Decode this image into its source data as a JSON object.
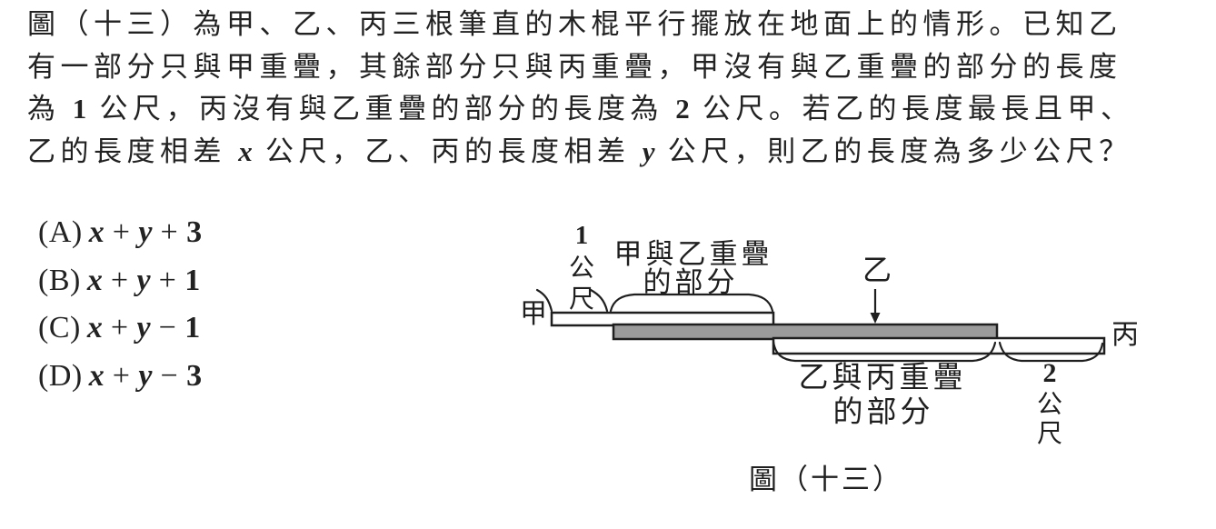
{
  "problem": {
    "lines": [
      {
        "segments": [
          {
            "t": "圖（十三）為甲、乙、丙三根筆直的木棍平行擺放在地面上的情形。已知乙"
          }
        ]
      },
      {
        "segments": [
          {
            "t": "有一部分只與甲重疊，其餘部分只與丙重疊，甲沒有與乙重疊的部分的長度"
          }
        ]
      },
      {
        "segments": [
          {
            "t": "為 "
          },
          {
            "t": "1",
            "style": "num"
          },
          {
            "t": " 公尺，丙沒有與乙重疊的部分的長度為 "
          },
          {
            "t": "2",
            "style": "num"
          },
          {
            "t": " 公尺。若乙的長度最長且甲、"
          }
        ]
      },
      {
        "segments": [
          {
            "t": "乙的長度相差 "
          },
          {
            "t": "x",
            "style": "var"
          },
          {
            "t": " 公尺，乙、丙的長度相差 "
          },
          {
            "t": "y",
            "style": "var"
          },
          {
            "t": " 公尺，則乙的長度為多少公尺？"
          }
        ]
      }
    ],
    "options": [
      {
        "label": "(A)",
        "segments": [
          {
            "t": "x",
            "style": "var"
          },
          {
            "t": " + "
          },
          {
            "t": "y",
            "style": "var"
          },
          {
            "t": " + "
          },
          {
            "t": "3",
            "style": "num"
          }
        ]
      },
      {
        "label": "(B)",
        "segments": [
          {
            "t": "x",
            "style": "var"
          },
          {
            "t": " + "
          },
          {
            "t": "y",
            "style": "var"
          },
          {
            "t": " + "
          },
          {
            "t": "1",
            "style": "num"
          }
        ]
      },
      {
        "label": "(C)",
        "segments": [
          {
            "t": "x",
            "style": "var"
          },
          {
            "t": " + "
          },
          {
            "t": "y",
            "style": "var"
          },
          {
            "t": " − "
          },
          {
            "t": "1",
            "style": "num"
          }
        ]
      },
      {
        "label": "(D)",
        "segments": [
          {
            "t": "x",
            "style": "var"
          },
          {
            "t": " + "
          },
          {
            "t": "y",
            "style": "var"
          },
          {
            "t": " − "
          },
          {
            "t": "3",
            "style": "num"
          }
        ]
      }
    ]
  },
  "diagram": {
    "stick_jia_label": "甲",
    "stick_yi_label": "乙",
    "stick_bing_label": "丙",
    "one_meter": [
      "1",
      "公",
      "尺"
    ],
    "two_meter": [
      "2",
      "公",
      "尺"
    ],
    "overlap_jia_yi_line1": "甲與乙重疊",
    "overlap_jia_yi_line2": "的部分",
    "overlap_yi_bing_line1": "乙與丙重疊",
    "overlap_yi_bing_line2": "的部分",
    "caption": "圖（十三）",
    "colors": {
      "yi_fill": "#9b9b9b",
      "stick_stroke": "#1f1f1f",
      "white_fill": "#ffffff"
    }
  }
}
